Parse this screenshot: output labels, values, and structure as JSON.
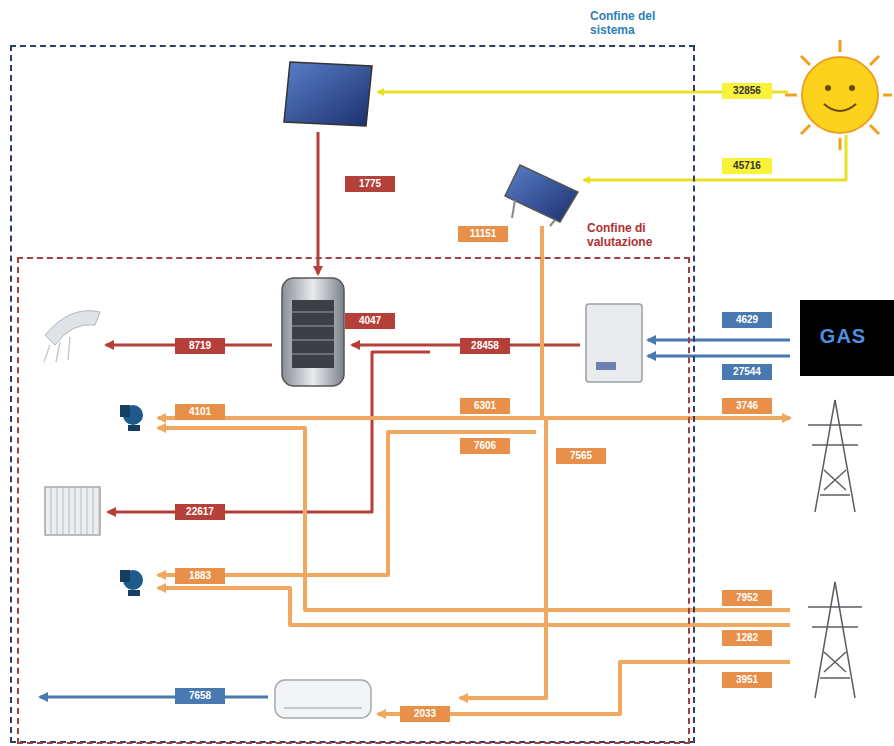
{
  "diagram": {
    "nodes": [
      {
        "text": [
          "Confine del sistema"
        ]
      },
      {
        "text": [
          "Confine di valutazione"
        ],
        "in": 0
      },
      {
        "text": [
          "GAS"
        ]
      }
    ],
    "labels": [
      "32856",
      "45716",
      "1775",
      "11151",
      "4047",
      "4629",
      "8719",
      "28458",
      "27544",
      "3746",
      "6301",
      "4101",
      "7606",
      "7565",
      "22617",
      "1883",
      "7952",
      "1282",
      "3951",
      "2033",
      "7658"
    ]
  }
}
